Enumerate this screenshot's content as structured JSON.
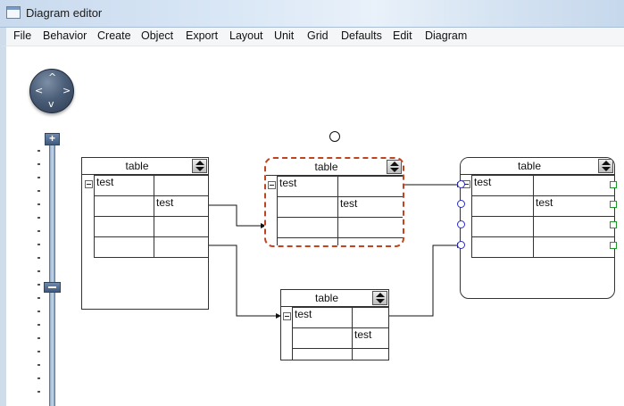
{
  "window": {
    "title": "Diagram editor"
  },
  "menu": [
    "File",
    "Behavior",
    "Create",
    "Object",
    "Export",
    "Layout",
    "Unit",
    "Grid",
    "Defaults",
    "Edit",
    "Diagram"
  ],
  "zoom": {
    "plus": "+"
  },
  "pan": {
    "up": "^",
    "down": "v",
    "left": "<",
    "right": ">"
  },
  "nodes": [
    {
      "title": "table",
      "rows": [
        [
          "test",
          ""
        ],
        [
          "",
          "test"
        ],
        [
          "",
          ""
        ],
        [
          "",
          ""
        ]
      ]
    },
    {
      "title": "table",
      "rows": [
        [
          "test",
          ""
        ],
        [
          "",
          "test"
        ],
        [
          "",
          ""
        ],
        [
          "",
          ""
        ]
      ]
    },
    {
      "title": "table",
      "rows": [
        [
          "test",
          ""
        ],
        [
          "",
          "test"
        ],
        [
          "",
          ""
        ],
        [
          "",
          ""
        ]
      ]
    },
    {
      "title": "table",
      "rows": [
        [
          "test",
          ""
        ],
        [
          "",
          "test"
        ],
        [
          "",
          ""
        ]
      ]
    }
  ],
  "colors": {
    "selection": "#c1441f",
    "port_in": "#2a2ad0",
    "port_out": "#1f9a2a"
  }
}
